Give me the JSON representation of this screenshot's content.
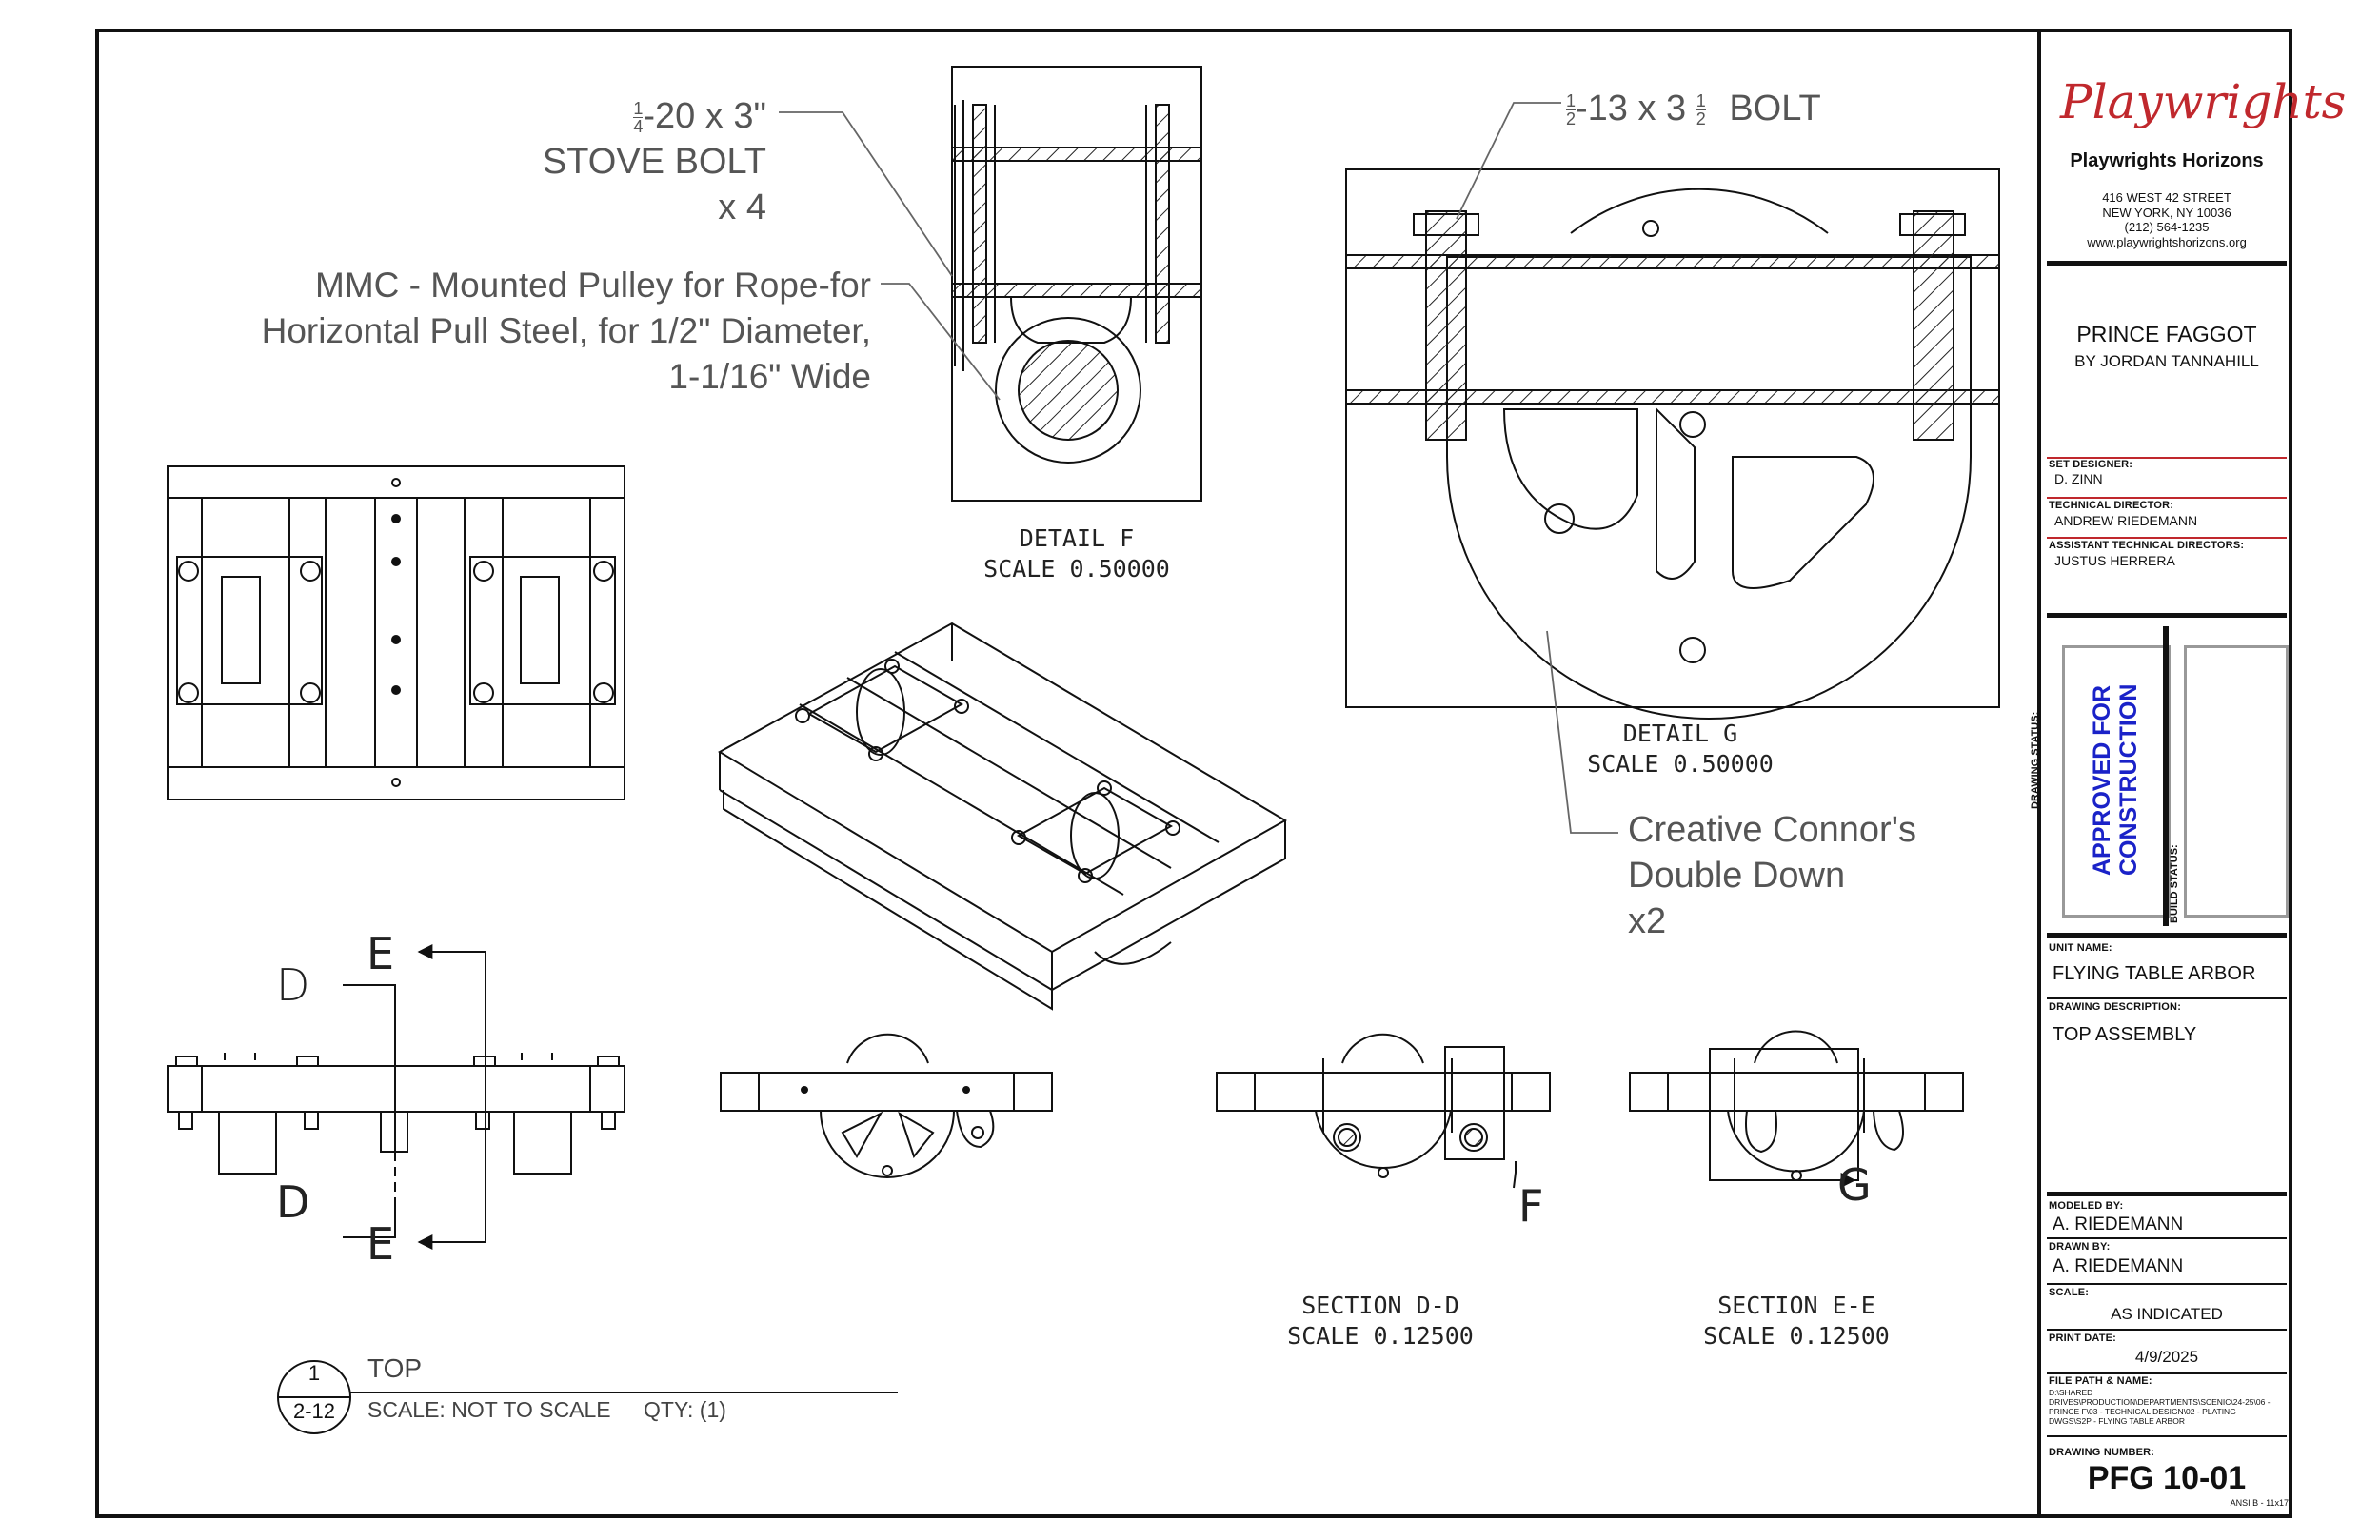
{
  "callouts": {
    "stove_bolt": {
      "size": "-20  x 3\"",
      "name": "STOVE BOLT",
      "qty": "x 4"
    },
    "pulley": {
      "line1": "MMC - Mounted Pulley for Rope-for",
      "line2": "Horizontal Pull Steel, for 1/2\" Diameter,",
      "line3": "1-1/16\" Wide"
    },
    "bolt": {
      "size": "-13 x 3",
      "name": "BOLT"
    },
    "double_down": {
      "line1": "Creative Connor's",
      "line2": "Double Down",
      "line3": "x2"
    },
    "fractions": {
      "quarter_num": "1",
      "quarter_den": "4",
      "half_num": "1",
      "half_den": "2"
    }
  },
  "details": {
    "f": {
      "title": "DETAIL F",
      "scale": "SCALE 0.50000"
    },
    "g": {
      "title": "DETAIL G",
      "scale": "SCALE 0.50000"
    },
    "dd": {
      "title": "SECTION D-D",
      "scale": "SCALE 0.12500"
    },
    "ee": {
      "title": "SECTION E-E",
      "scale": "SCALE 0.12500"
    }
  },
  "section_markers": {
    "d": "D",
    "e": "E",
    "f": "F",
    "g": "G"
  },
  "view_label": {
    "number": "1",
    "sheet": "2-12",
    "title": "TOP",
    "scale": "SCALE: NOT TO SCALE",
    "qty": "QTY: (1)"
  },
  "title_block": {
    "logo_script": "Playwrights",
    "company": "Playwrights Horizons",
    "address1": "416 WEST 42 STREET",
    "address2": "NEW YORK, NY 10036",
    "phone": "(212) 564-1235",
    "website": "www.playwrightshorizons.org",
    "show": "PRINCE FAGGOT",
    "author": "BY JORDAN TANNAHILL",
    "set_designer_label": "SET DESIGNER:",
    "set_designer": "D. ZINN",
    "td_label": "TECHNICAL DIRECTOR:",
    "td": "ANDREW RIEDEMANN",
    "atd_label": "ASSISTANT TECHNICAL DIRECTORS:",
    "atd": "JUSTUS HERRERA",
    "drawing_status_label": "DRAWING STATUS:",
    "drawing_status": "APPROVED FOR CONSTRUCTION",
    "build_status_label": "BUILD STATUS:",
    "unit_name_label": "UNIT NAME:",
    "unit_name": "FLYING TABLE ARBOR",
    "desc_label": "DRAWING DESCRIPTION:",
    "desc": "TOP ASSEMBLY",
    "modeled_label": "MODELED BY:",
    "modeled": "A. RIEDEMANN",
    "drawn_label": "DRAWN BY:",
    "drawn": "A. RIEDEMANN",
    "scale_label": "SCALE:",
    "scale": "AS INDICATED",
    "print_label": "PRINT DATE:",
    "print_date": "4/9/2025",
    "path_label": "FILE PATH & NAME:",
    "path1": "D:\\SHARED",
    "path2": "DRIVES\\PRODUCTION\\DEPARTMENTS\\SCENIC\\24-25\\06 -",
    "path3": "PRINCE F\\03 - TECHNICAL DESIGN\\02 - PLATING",
    "path4": "DWGS\\S2P - FLYING TABLE ARBOR",
    "number_label": "DRAWING NUMBER:",
    "number": "PFG 10-01",
    "sheet_size": "ANSI B - 11x17"
  },
  "colors": {
    "logo_red": "#c0282d",
    "status_blue": "#1a22c8",
    "callout_gray": "#555555"
  }
}
